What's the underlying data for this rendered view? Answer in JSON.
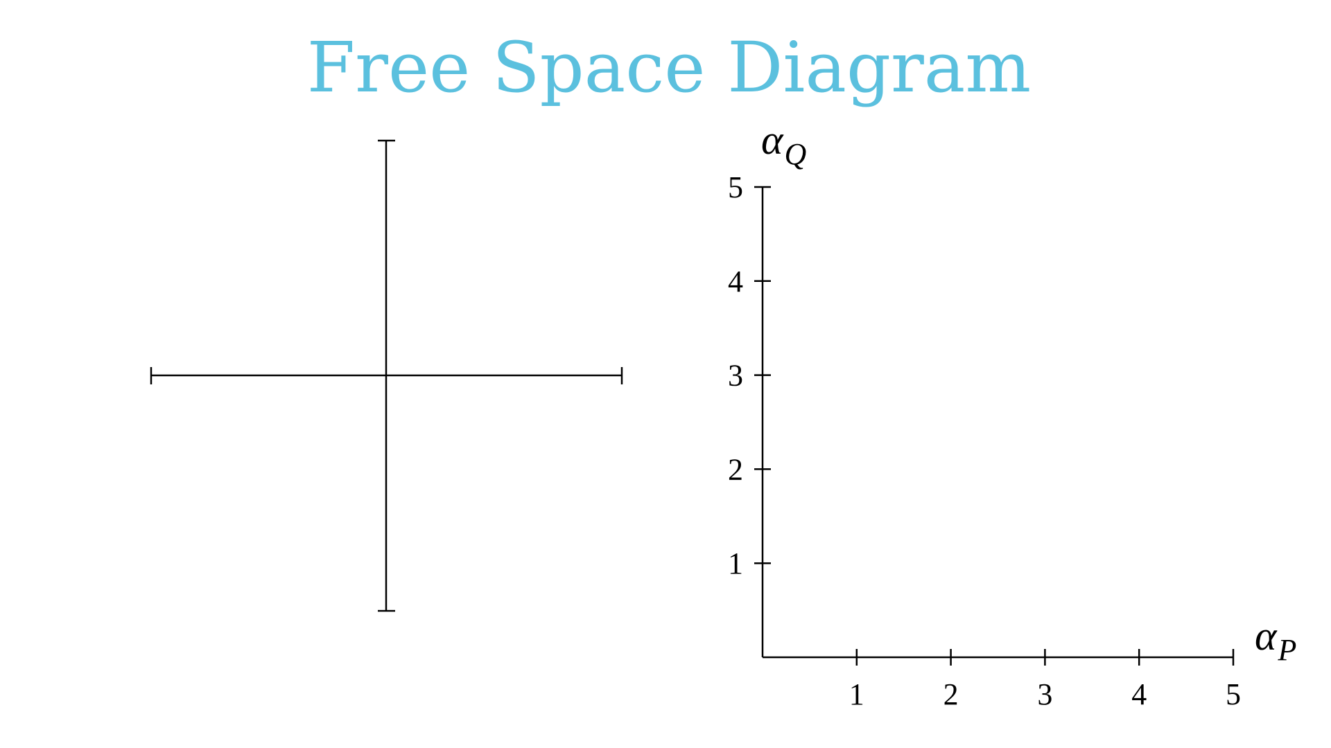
{
  "title": "Free Space Diagram",
  "colors": {
    "title": "#5bc0de",
    "ink": "#000000",
    "background": "#ffffff"
  },
  "left_figure": {
    "description_type": "cross",
    "labels": []
  },
  "chart_data": {
    "type": "scatter",
    "title": "",
    "x_axis": {
      "symbol": "α",
      "subscript": "P",
      "range": [
        0,
        5
      ],
      "ticks": [
        1,
        2,
        3,
        4,
        5
      ],
      "tick_labels": [
        "1",
        "2",
        "3",
        "4",
        "5"
      ]
    },
    "y_axis": {
      "symbol": "α",
      "subscript": "Q",
      "range": [
        0,
        5
      ],
      "ticks": [
        1,
        2,
        3,
        4,
        5
      ],
      "tick_labels": [
        "1",
        "2",
        "3",
        "4",
        "5"
      ]
    },
    "series": [],
    "grid": false
  }
}
